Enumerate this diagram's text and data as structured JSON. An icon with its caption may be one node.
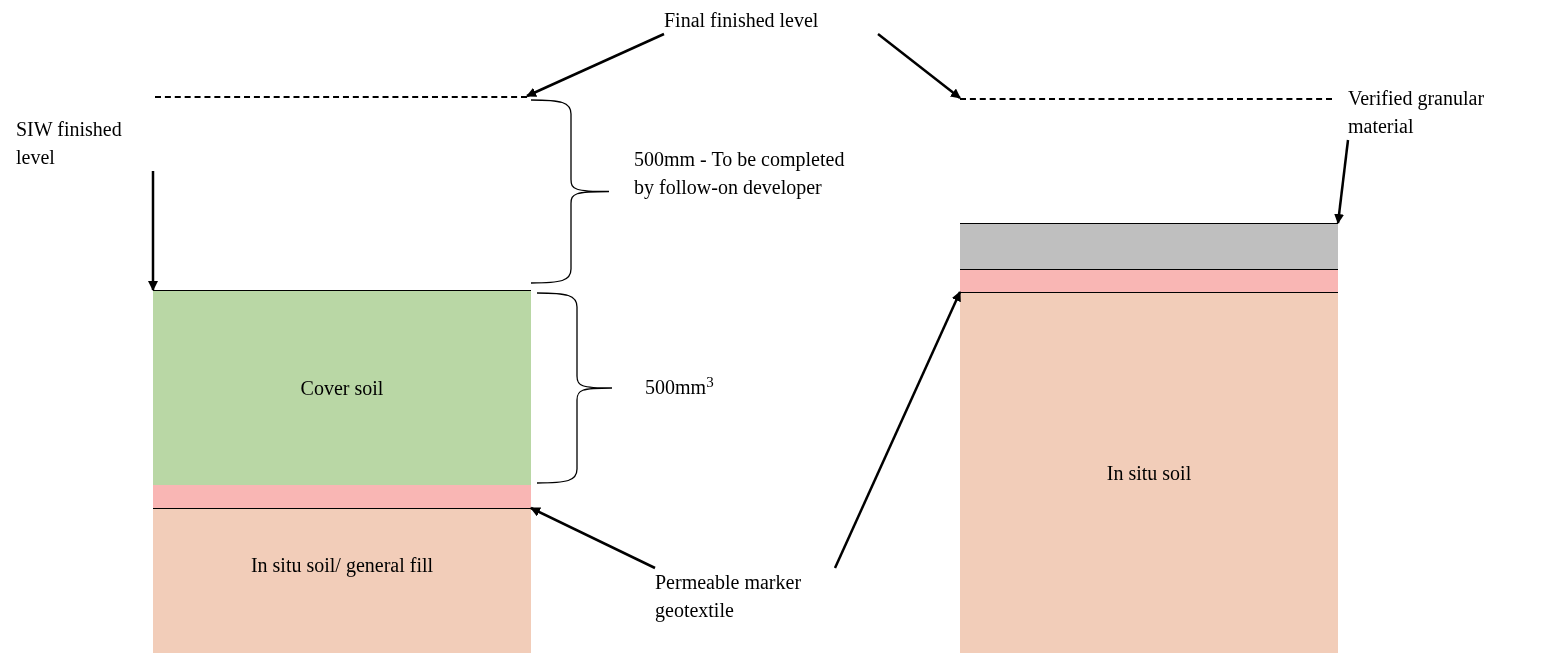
{
  "diagram": {
    "nodes": [
      {
        "text": [
          "Final finished level"
        ]
      },
      {
        "text": [],
        "shape": "line"
      },
      {
        "text": [],
        "shape": "line"
      },
      {
        "text": [
          "SIW finished level"
        ]
      },
      {
        "text": [
          "Verified granular material"
        ]
      },
      {
        "text": [],
        "shape": "box"
      },
      {
        "text": [],
        "shape": "bar"
      },
      {
        "text": [
          "Cover soil"
        ]
      },
      {
        "text": [],
        "shape": "bar"
      },
      {
        "text": [
          "In situ soil/ general fill"
        ]
      },
      {
        "text": [
          "In situ soil"
        ]
      },
      {
        "text": [
          "Permeable marker geotextile"
        ]
      }
    ],
    "edges": [
      {
        "from": 0,
        "to": 1,
        "arrow": "to"
      },
      {
        "from": 0,
        "to": 2,
        "arrow": "to"
      },
      {
        "from": 3,
        "to": 7,
        "arrow": "to"
      },
      {
        "from": 4,
        "to": 5,
        "arrow": "to"
      },
      {
        "from": 11,
        "to": 8,
        "arrow": "to"
      },
      {
        "from": 11,
        "to": 6,
        "arrow": "to"
      }
    ],
    "labels": [
      "500mm - To be completed by follow-on developer",
      "500mm$^{3}$"
    ]
  }
}
